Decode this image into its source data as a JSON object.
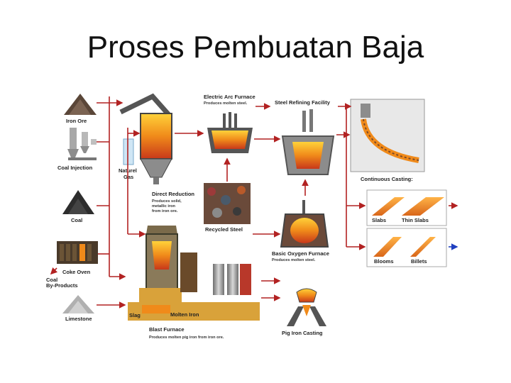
{
  "title": "Proses Pembuatan Baja",
  "labels": {
    "iron_ore": "Iron Ore",
    "coal_injection": "Coal Injection",
    "natural_gas_1": "Naturel",
    "natural_gas_2": "Gas",
    "coal": "Coal",
    "coke_oven": "Coke Oven",
    "coal_byproducts_1": "Coal",
    "coal_byproducts_2": "By-Products",
    "limestone": "Limestone",
    "direct_reduction": "Direct Reduction",
    "direct_reduction_desc_1": "Produces solid,",
    "direct_reduction_desc_2": "metallic iron",
    "direct_reduction_desc_3": "from iron ore.",
    "recycled_steel": "Recycled Steel",
    "electric_arc_furnace": "Electric Arc Furnace",
    "eaf_desc": "Produces molten steel.",
    "steel_refining": "Steel Refining Facility",
    "continuous_casting": "Continuous Casting:",
    "slabs": "Slabs",
    "thin_slabs": "Thin Slabs",
    "blooms": "Blooms",
    "billets": "Billets",
    "bof": "Basic Oxygen Furnace",
    "bof_desc": "Produces molten steel.",
    "slag": "Slag",
    "molten_iron": "Molten Iron",
    "blast_furnace": "Blast Furnace",
    "blast_furnace_desc": "Produces molten pig iron from iron ore.",
    "pig_iron_casting": "Pig Iron Casting"
  },
  "colors": {
    "arrow": "#b22222",
    "output_arrow_blue": "#1f3fc0",
    "furnace_orange": "#f08a1a",
    "steel_gray": "#8c8c8c"
  }
}
